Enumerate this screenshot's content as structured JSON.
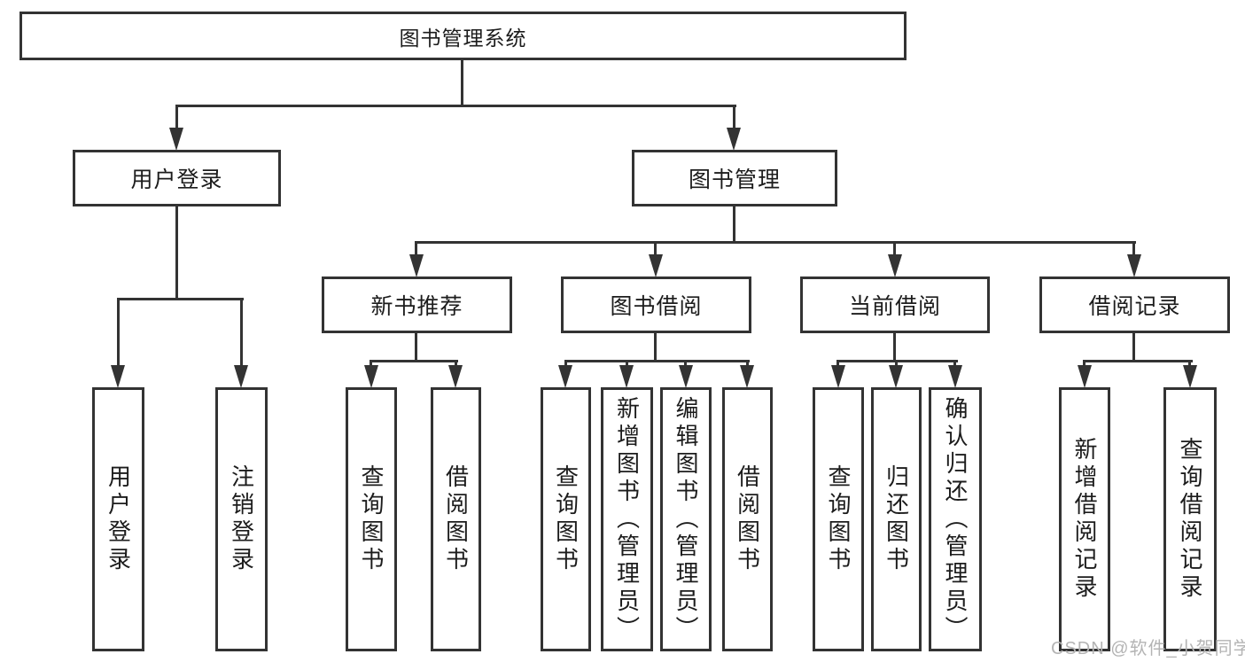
{
  "colors": {
    "line": "#333333",
    "text": "#1c1c1c",
    "watermark": "#b4b4b4",
    "background": "#ffffff"
  },
  "nodes": {
    "root": "图书管理系统",
    "user_login": "用户登录",
    "book_mgmt": "图书管理",
    "new_books": "新书推荐",
    "book_borrow": "图书借阅",
    "current_borrow": "当前借阅",
    "borrow_records": "借阅记录",
    "leaves": {
      "user_login_1": "用户登录",
      "user_login_2": "注销登录",
      "new_books_1": "查询图书",
      "new_books_2": "借阅图书",
      "book_borrow_1": "查询图书",
      "book_borrow_2": "新增图书（管理员）",
      "book_borrow_3": "编辑图书（管理员）",
      "book_borrow_4": "借阅图书",
      "current_borrow_1": "查询图书",
      "current_borrow_2": "归还图书",
      "current_borrow_3": "确认归还（管理员）",
      "borrow_records_1": "新增借阅记录",
      "borrow_records_2": "查询借阅记录"
    }
  },
  "watermark": "CSDN @软件_小贺同学"
}
